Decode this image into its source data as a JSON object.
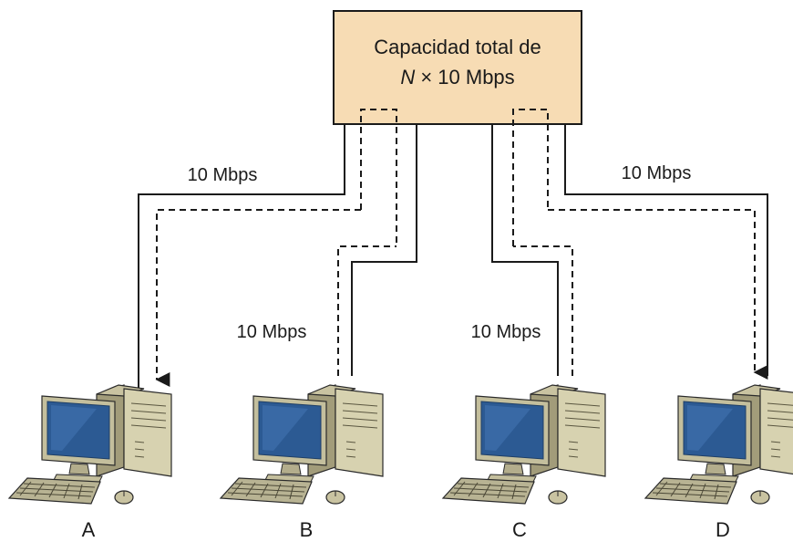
{
  "switch_box": {
    "line1": "Capacidad total de",
    "line2_var": "N",
    "line2_rest": " × 10 Mbps",
    "fill_color": "#f7dcb4"
  },
  "links": [
    {
      "label": "10 Mbps"
    },
    {
      "label": "10 Mbps"
    },
    {
      "label": "10 Mbps"
    },
    {
      "label": "10 Mbps"
    }
  ],
  "computers": [
    {
      "label": "A",
      "icon": "desktop-computer-icon"
    },
    {
      "label": "B",
      "icon": "desktop-computer-icon"
    },
    {
      "label": "C",
      "icon": "desktop-computer-icon"
    },
    {
      "label": "D",
      "icon": "desktop-computer-icon"
    }
  ],
  "colors": {
    "case": "#d7d2b0",
    "screen": "#2c5a93"
  }
}
